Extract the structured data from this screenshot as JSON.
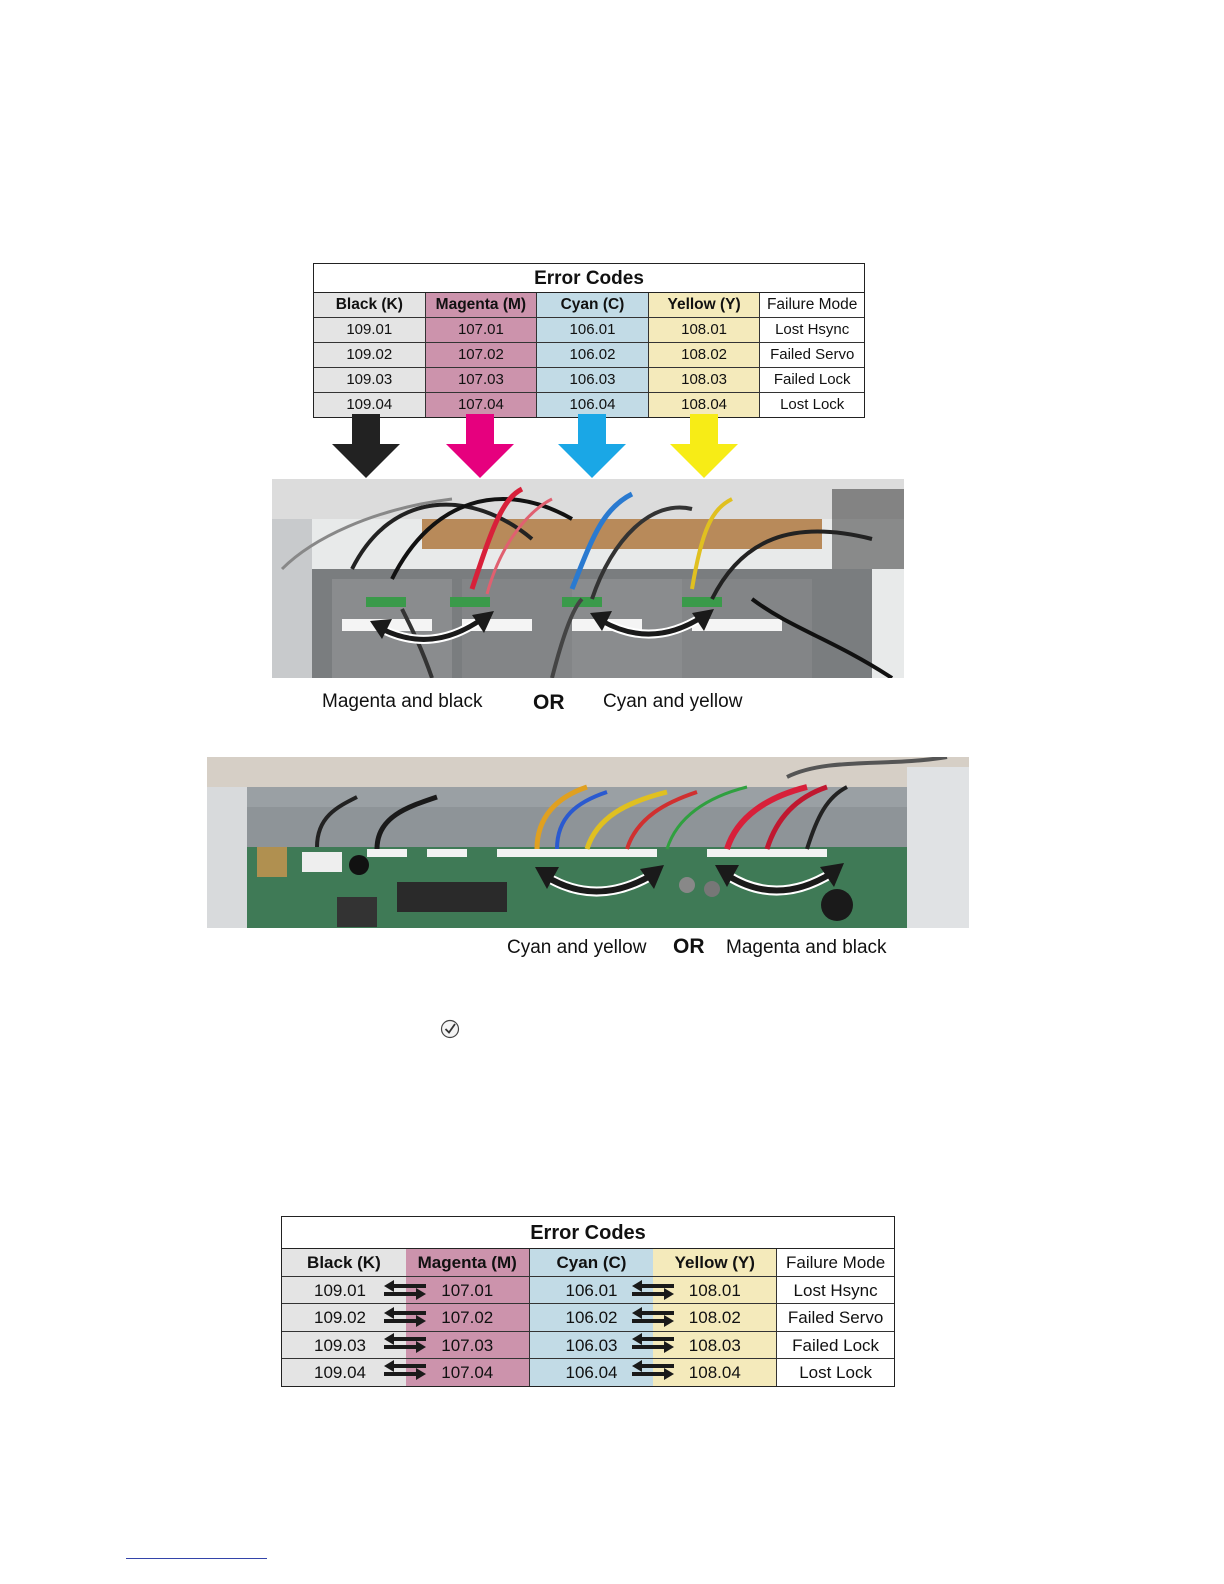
{
  "table1": {
    "title": "Error Codes",
    "headers": [
      "Black (K)",
      "Magenta (M)",
      "Cyan (C)",
      "Yellow (Y)",
      "Failure Mode"
    ],
    "rows": [
      [
        "109.01",
        "107.01",
        "106.01",
        "108.01",
        "Lost Hsync"
      ],
      [
        "109.02",
        "107.02",
        "106.02",
        "108.02",
        "Failed Servo"
      ],
      [
        "109.03",
        "107.03",
        "106.03",
        "108.03",
        "Failed Lock"
      ],
      [
        "109.04",
        "107.04",
        "106.04",
        "108.04",
        "Lost Lock"
      ]
    ]
  },
  "arrow_colors": {
    "black": "#222222",
    "magenta": "#e6007e",
    "cyan": "#1aa7e6",
    "yellow": "#f7ec16"
  },
  "photo1_caption": {
    "left": "Magenta and black",
    "or": "OR",
    "right": "Cyan and yellow"
  },
  "photo2_caption": {
    "left": "Cyan and yellow",
    "or": "OR",
    "right": "Magenta and black"
  },
  "table2": {
    "title": "Error Codes",
    "headers": [
      "Black (K)",
      "Magenta (M)",
      "Cyan (C)",
      "Yellow (Y)",
      "Failure Mode"
    ],
    "rows": [
      [
        "109.01",
        "107.01",
        "106.01",
        "108.01",
        "Lost Hsync"
      ],
      [
        "109.02",
        "107.02",
        "106.02",
        "108.02",
        "Failed Servo"
      ],
      [
        "109.03",
        "107.03",
        "106.03",
        "108.03",
        "Failed Lock"
      ],
      [
        "109.04",
        "107.04",
        "106.04",
        "108.04",
        "Lost Lock"
      ]
    ]
  }
}
